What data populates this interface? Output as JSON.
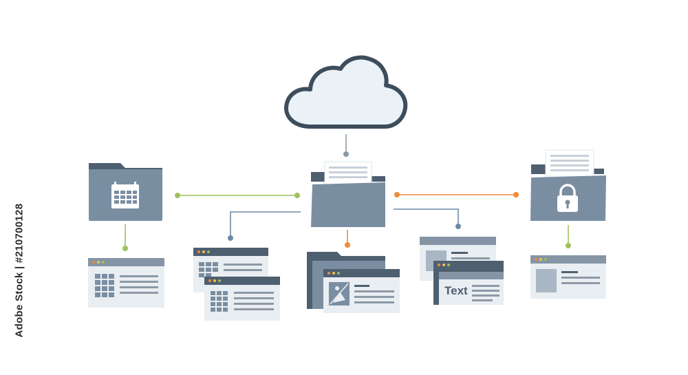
{
  "side_text": {
    "brand": "Adobe Stock",
    "separator": "|",
    "id": "#210700128"
  },
  "window_text_label": "Text",
  "colors": {
    "background": "#ffffff",
    "folder_body": "#7a8ea1",
    "folder_back": "#4e5f70",
    "cloud_fill": "#eaf1f7",
    "cloud_stroke": "#3d4d5c",
    "window_bar": "#4e5f70",
    "window_bar_light": "#8595a6",
    "window_body": "#e9eef2",
    "line_green": "#9ec15a",
    "line_orange": "#ef8a3a",
    "line_blue": "#6c8aa6",
    "line_gray": "#8c99a6"
  },
  "icons": [
    "cloud-icon",
    "calendar-icon",
    "lock-icon",
    "image-icon",
    "document-icon",
    "folder-icon",
    "browser-window-icon"
  ]
}
